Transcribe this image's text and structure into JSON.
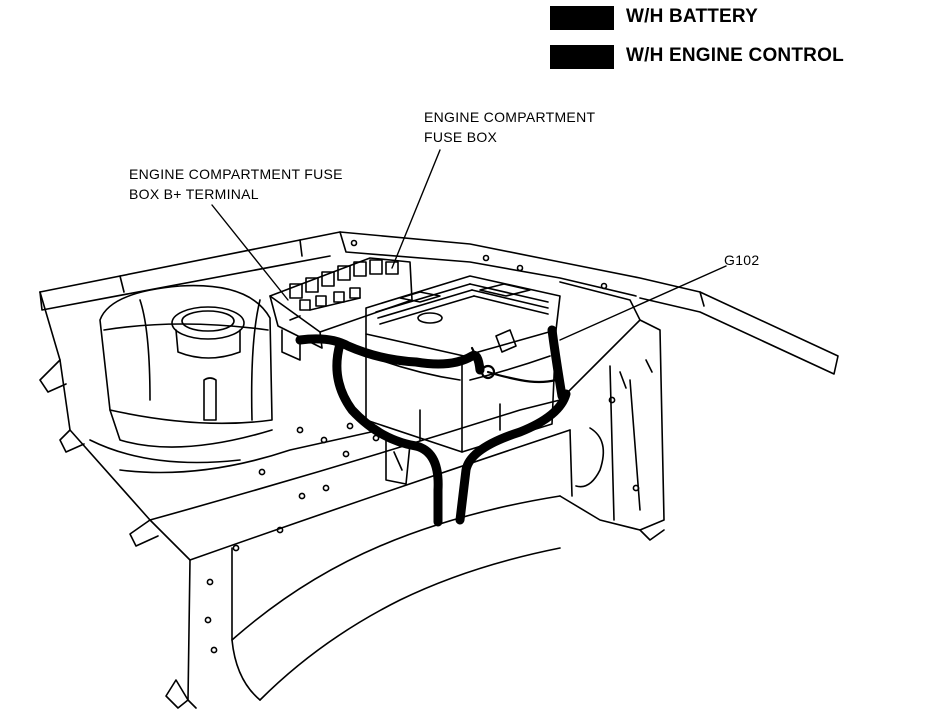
{
  "legend": {
    "items": [
      {
        "label": "W/H BATTERY"
      },
      {
        "label": "W/H ENGINE CONTROL"
      }
    ]
  },
  "callouts": {
    "fuse_box": {
      "line1": "ENGINE COMPARTMENT",
      "line2": "FUSE BOX"
    },
    "b_terminal": {
      "line1": "ENGINE COMPARTMENT FUSE",
      "line2": "BOX B+ TERMINAL"
    },
    "ground": {
      "line1": "G102"
    }
  },
  "colors": {
    "ink": "#000000",
    "paper": "#ffffff"
  }
}
